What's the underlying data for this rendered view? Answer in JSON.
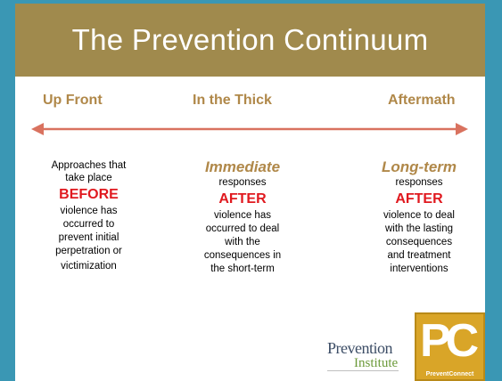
{
  "slide": {
    "title": "The Prevention Continuum"
  },
  "phases": {
    "left": "Up Front",
    "middle": "In the Thick",
    "right": "Aftermath"
  },
  "columns": {
    "before": {
      "intro": "Approaches that take place",
      "keyword": "BEFORE",
      "body": [
        "violence has",
        "occurred to",
        "prevent initial",
        "perpetration or",
        "victimization"
      ]
    },
    "immediate": {
      "lead": "Immediate",
      "sub": "responses",
      "keyword": "AFTER",
      "body": [
        "violence has",
        "occurred to deal",
        "with the",
        "consequences in",
        "the short-term"
      ]
    },
    "longterm": {
      "lead": "Long-term",
      "sub": "responses",
      "keyword": "AFTER",
      "body": [
        "violence to deal",
        "with the lasting",
        "consequences",
        "and treatment",
        "interventions"
      ]
    }
  },
  "logos": {
    "prevention_institute_line1": "Prevention",
    "prevention_institute_line2": "Institute",
    "preventconnect_letters": "PC",
    "preventconnect_caption": "PreventConnect"
  },
  "colors": {
    "title_bar": "#a08a4d",
    "phase_text": "#b08849",
    "keyword": "#e0191f",
    "arrow": "#d9725f",
    "frame": "#3a97b4"
  }
}
